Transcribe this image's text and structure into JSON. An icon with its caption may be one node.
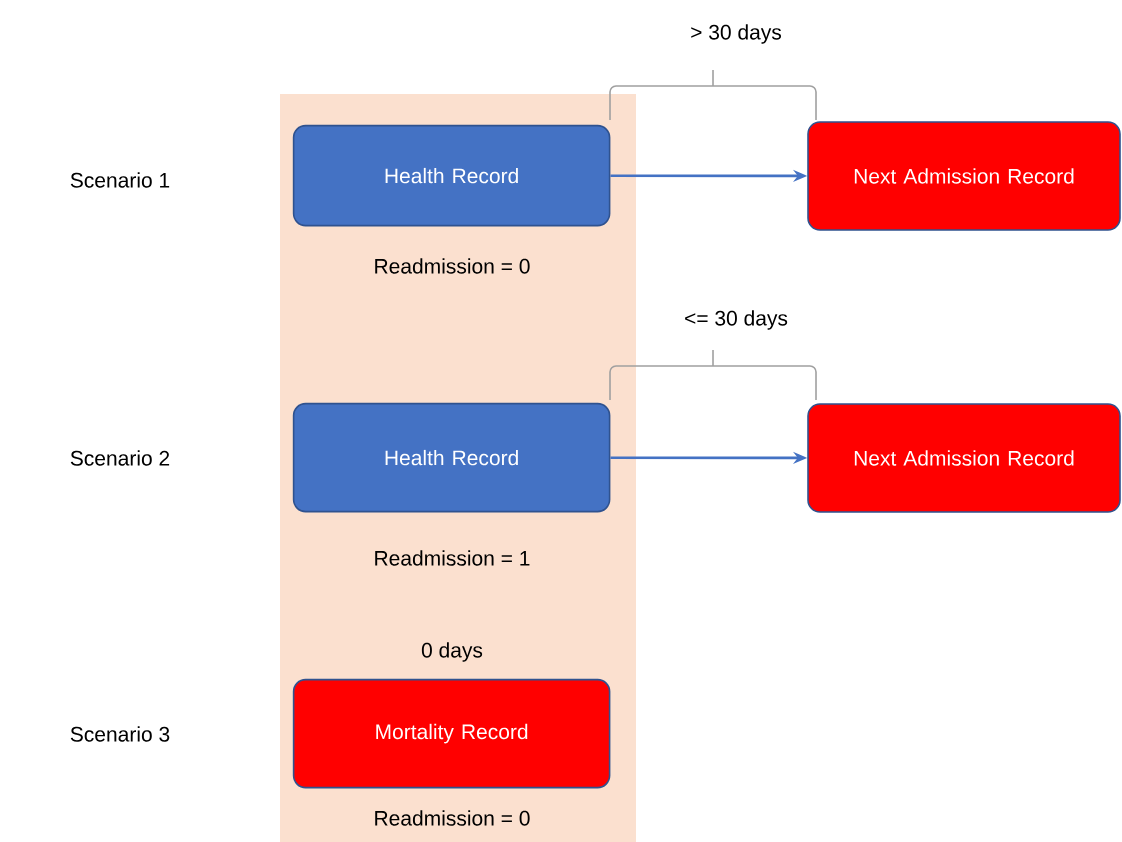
{
  "diagram": {
    "nodes": [
      {
        "text": [],
        "shape": "box"
      },
      {
        "text": [
          "Health Record"
        ],
        "in": 0,
        "beside": [
          "Readmission = 0"
        ]
      },
      {
        "text": [
          "Next Admission Record"
        ]
      },
      {
        "text": [
          "Health Record"
        ],
        "in": 0,
        "beside": [
          "Readmission = 1"
        ]
      },
      {
        "text": [
          "Next Admission Record"
        ]
      },
      {
        "text": [
          "Mortality Record"
        ],
        "in": 0,
        "beside": [
          "0 days",
          "Readmission = 0"
        ]
      }
    ],
    "edges": [
      {
        "from": 1,
        "to": 2,
        "arrow": "to"
      },
      {
        "from": 3,
        "to": 4,
        "arrow": "to"
      }
    ],
    "labels": [
      "> 30 days",
      "Scenario 1",
      "<= 30 days",
      "Scenario 2",
      "Scenario 3"
    ]
  }
}
